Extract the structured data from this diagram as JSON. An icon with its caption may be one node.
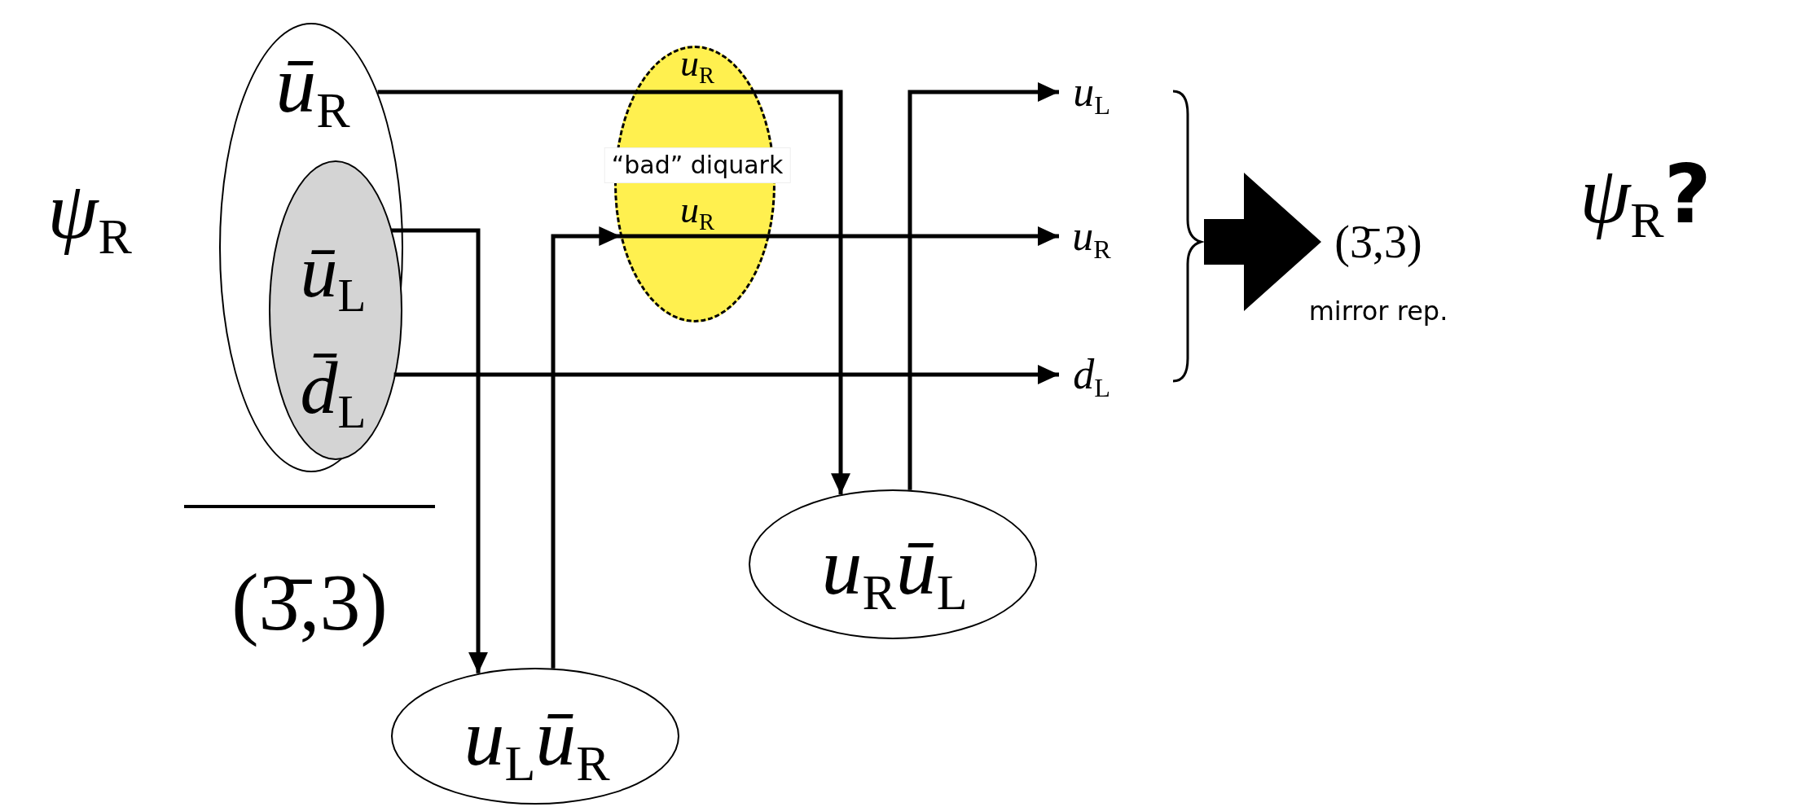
{
  "diagram": {
    "nodes": [
      {
        "text": [
          "ū$_{R}$"
        ]
      },
      {
        "text": [
          "ū$_{L}$",
          "d̄$_{L}$"
        ],
        "in": 0
      },
      {
        "text": [
          "u$_{R}$",
          "“bad” diquark",
          "u$_{R}$"
        ]
      },
      {
        "text": [
          "u$_{L}$ū$_{R}$"
        ]
      },
      {
        "text": [
          "u$_{R}$ū$_{L}$"
        ]
      },
      {
        "text": [
          "u$_{L}$"
        ]
      },
      {
        "text": [
          "u$_{R}$"
        ]
      },
      {
        "text": [
          "d$_{L}$"
        ]
      },
      {
        "text": [
          "(3̄,3)"
        ],
        "beside": [
          "mirror rep."
        ]
      }
    ],
    "edges": [
      {
        "from": 0,
        "to": 2,
        "arrow": "none"
      },
      {
        "from": 2,
        "to": 4,
        "arrow": "to"
      },
      {
        "from": 4,
        "to": 5,
        "arrow": "to"
      },
      {
        "from": 1,
        "to": 3,
        "arrow": "to"
      },
      {
        "from": 3,
        "to": 2,
        "arrow": "to"
      },
      {
        "from": 2,
        "to": 6,
        "arrow": "to"
      },
      {
        "from": 1,
        "to": 7,
        "arrow": "to"
      },
      {
        "from": null,
        "to": 8,
        "arrow": "to",
        "style": "thick"
      }
    ],
    "labels": [
      "ψ$_{R}$",
      "(3̄,3)",
      "ψ$_{R}$**?**"
    ]
  }
}
